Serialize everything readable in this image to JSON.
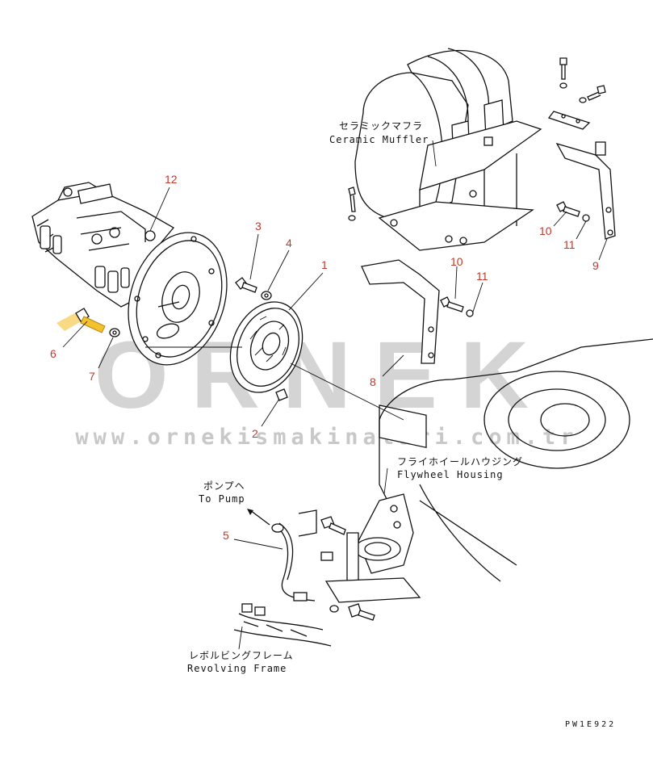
{
  "watermark": {
    "brand": "ORNEK",
    "url": "www.ornekismakinalari.com.tr",
    "accent_color": "#f2c230"
  },
  "labels": {
    "muffler_jp": "セラミックマフラ",
    "muffler_en": "Ceramic Muffler",
    "flywheel_jp": "フライホイールハウジング",
    "flywheel_en": "Flywheel Housing",
    "pump_jp": "ポンプヘ",
    "pump_en": "To Pump",
    "frame_jp": "レボルビングフレーム",
    "frame_en": "Revolving Frame"
  },
  "parts": [
    "12",
    "3",
    "4",
    "1",
    "6",
    "7",
    "2",
    "8",
    "10",
    "11",
    "9",
    "10",
    "11",
    "5"
  ],
  "drawing_code": "PW1E922",
  "colors": {
    "part_number": "#c0392b",
    "line": "#111111",
    "watermark": "#d4d4d4"
  }
}
